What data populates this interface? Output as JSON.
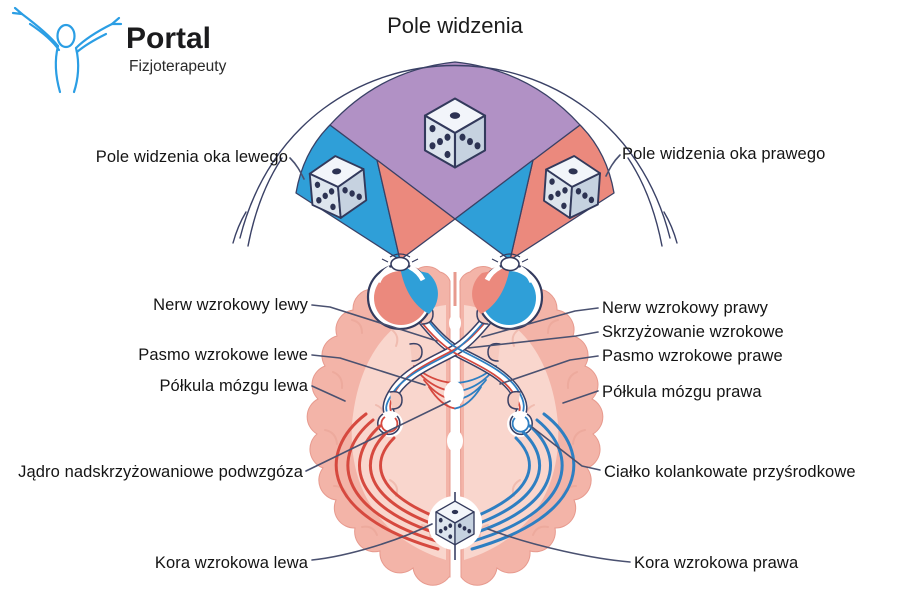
{
  "logo": {
    "name": "Portal",
    "subtitle": "Fizjoterapeuty"
  },
  "title": "Pole widzenia",
  "labels": {
    "pole_lewego": "Pole widzenia oka lewego",
    "pole_prawego": "Pole widzenia oka prawego",
    "nerw_lewy": "Nerw wzrokowy lewy",
    "pasmo_lewe": "Pasmo wzrokowe lewe",
    "polkula_lewa": "Półkula mózgu lewa",
    "jadro": "Jądro nadskrzyżowaniowe podwzgóza",
    "kora_lewa": "Kora wzrokowa lewa",
    "nerw_prawy": "Nerw wzrokowy prawy",
    "skrzyzowanie": "Skrzyżowanie wzrokowe",
    "pasmo_prawe": "Pasmo wzrokowe prawe",
    "polkula_prawa": "Półkula mózgu prawa",
    "cialko": "Ciałko kolankowate przyśrodkowe",
    "kora_prawa": "Kora wzrokowa prawa"
  },
  "icons": {
    "logo_figure": "person-raised-arms-icon",
    "dice": "dice-cube-icon (faces 1, 5, 3)"
  },
  "colors": {
    "field_left_blue": "#2f9fd8",
    "field_right_red": "#eb897d",
    "field_overlap_purple": "#b191c5",
    "brain_outer": "#f3b4a8",
    "brain_inner": "#f9d6cd",
    "pathway_red": "#d6493f",
    "pathway_blue": "#2e7fc2",
    "outline_navy": "#3a4166",
    "label_line": "#4a5170",
    "logo_blue": "#2b9ee4"
  }
}
